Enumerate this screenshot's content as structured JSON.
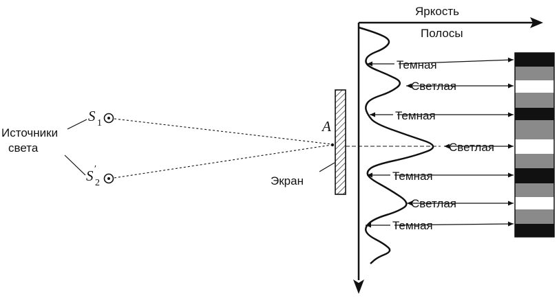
{
  "axis": {
    "horizontal_label": "Яркость",
    "vertical_label": "Полосы"
  },
  "sources": {
    "label_line1": "Источники",
    "label_line2": "света",
    "s1_symbol": "S",
    "s1_subscript": "1",
    "s2_symbol": "S",
    "s2_prime": "′",
    "s2_subscript": "2"
  },
  "screen": {
    "label": "Экран",
    "point_label": "A"
  },
  "fringe_labels": [
    {
      "text": "Темная"
    },
    {
      "text": "Светлая"
    },
    {
      "text": "Темная"
    },
    {
      "text": "Светлая"
    },
    {
      "text": "Темная"
    },
    {
      "text": "Светлая"
    },
    {
      "text": "Темная"
    }
  ],
  "fringe_pattern": [
    "black",
    "gray",
    "white",
    "gray",
    "black",
    "gray",
    "white",
    "gray",
    "black",
    "gray",
    "white",
    "gray",
    "black"
  ],
  "colors": {
    "dark": "#111111",
    "mid": "#8a8a8a",
    "light": "#ffffff",
    "line": "#111111"
  }
}
